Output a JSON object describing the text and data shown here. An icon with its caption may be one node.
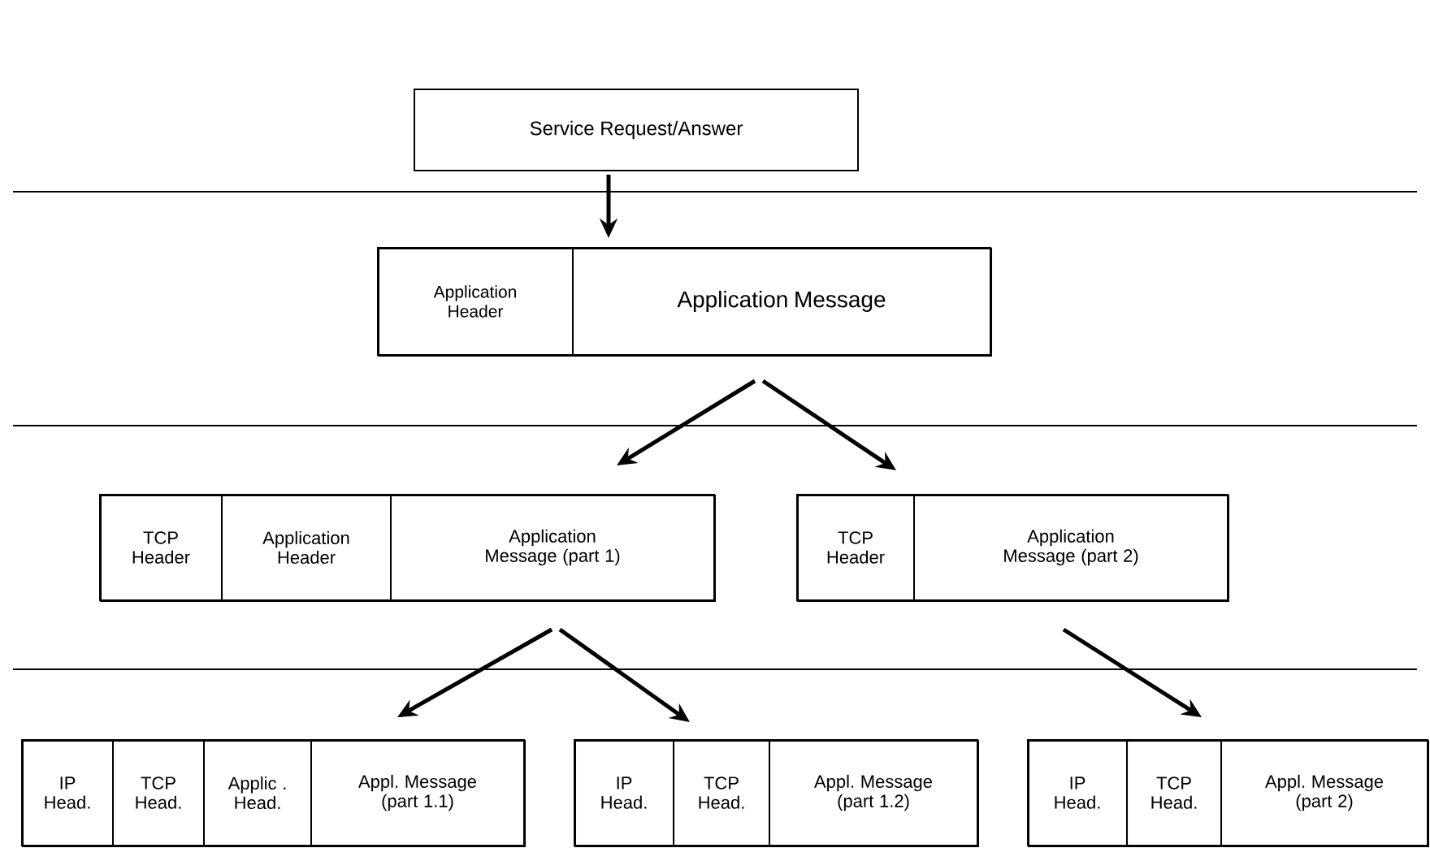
{
  "diagram": {
    "nodes": [
      {
        "text": [
          "Service Request/Answer"
        ]
      },
      {
        "text": [],
        "shape": "box"
      },
      {
        "text": [
          "Application Header"
        ],
        "in": 1
      },
      {
        "text": [
          "Application Message"
        ],
        "in": 1
      },
      {
        "text": [],
        "shape": "box"
      },
      {
        "text": [
          "TCP Header"
        ],
        "in": 4
      },
      {
        "text": [
          "Application Header"
        ],
        "in": 4
      },
      {
        "text": [
          "Application Message (part 1)"
        ],
        "in": 4
      },
      {
        "text": [],
        "shape": "box"
      },
      {
        "text": [
          "TCP Header"
        ],
        "in": 8
      },
      {
        "text": [
          "Application Message (part 2)"
        ],
        "in": 8
      },
      {
        "text": [],
        "shape": "box"
      },
      {
        "text": [
          "IP Head."
        ],
        "in": 11
      },
      {
        "text": [
          "TCP Head."
        ],
        "in": 11
      },
      {
        "text": [
          "Applic . Head."
        ],
        "in": 11
      },
      {
        "text": [
          "Appl. Message (part 1.1)"
        ],
        "in": 11
      },
      {
        "text": [],
        "shape": "box"
      },
      {
        "text": [
          "IP Head."
        ],
        "in": 16
      },
      {
        "text": [
          "TCP Head."
        ],
        "in": 16
      },
      {
        "text": [
          "Appl. Message (part 1.2)"
        ],
        "in": 16
      },
      {
        "text": [],
        "shape": "box"
      },
      {
        "text": [
          "IP Head."
        ],
        "in": 20
      },
      {
        "text": [
          "TCP Head."
        ],
        "in": 20
      },
      {
        "text": [
          "Appl. Message (part 2)"
        ],
        "in": 20
      }
    ],
    "edges": [
      {
        "from": 0,
        "to": 1,
        "arrow": "to"
      },
      {
        "from": 1,
        "to": 4,
        "arrow": "to"
      },
      {
        "from": 1,
        "to": 8,
        "arrow": "to"
      },
      {
        "from": 4,
        "to": 11,
        "arrow": "to"
      },
      {
        "from": 4,
        "to": 16,
        "arrow": "to"
      },
      {
        "from": 8,
        "to": 20,
        "arrow": "to"
      }
    ]
  }
}
